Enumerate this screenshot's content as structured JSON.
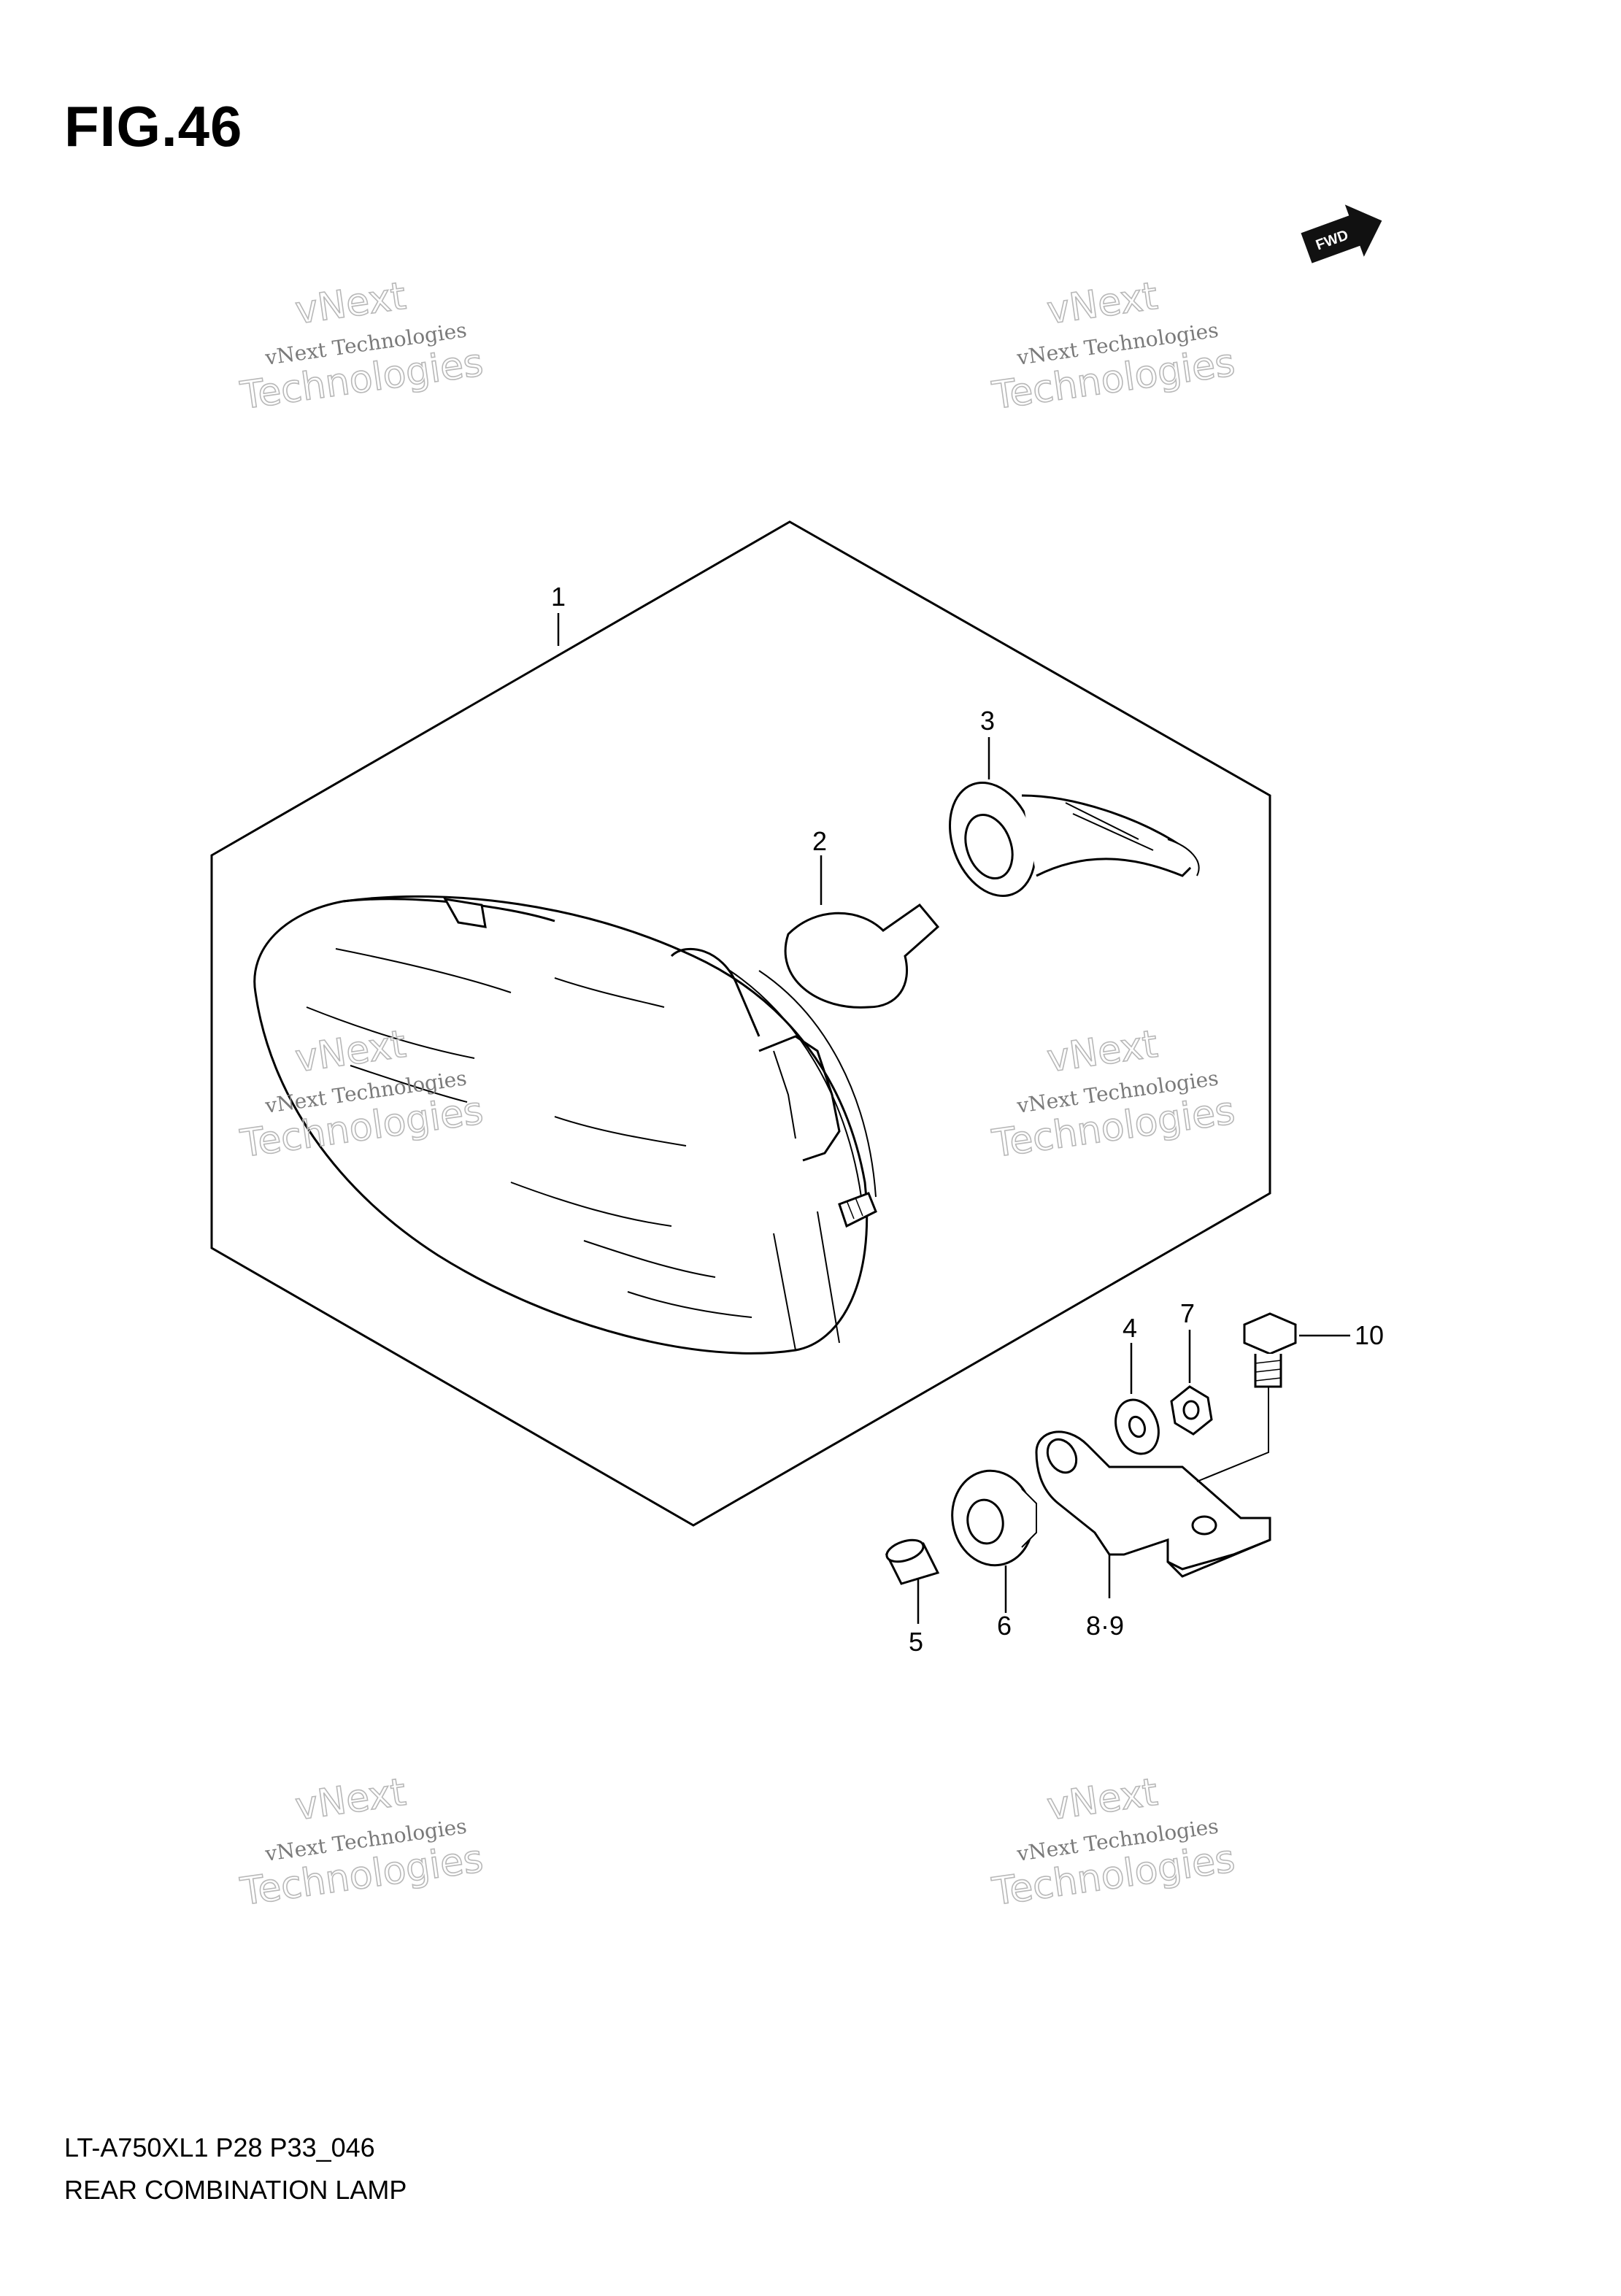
{
  "figure": {
    "label": "FIG.46",
    "fwd_label": "FWD",
    "model_code": "LT-A750XL1 P28 P33_046",
    "assembly_name": "REAR COMBINATION LAMP"
  },
  "callouts": [
    "1",
    "2",
    "3",
    "4",
    "5",
    "6",
    "7",
    "8·9",
    "10"
  ],
  "watermark": {
    "line1": "vNext Technologies",
    "line2": "Technologies",
    "line3": "vNext"
  },
  "icons": [
    "fwd-arrow-icon"
  ]
}
